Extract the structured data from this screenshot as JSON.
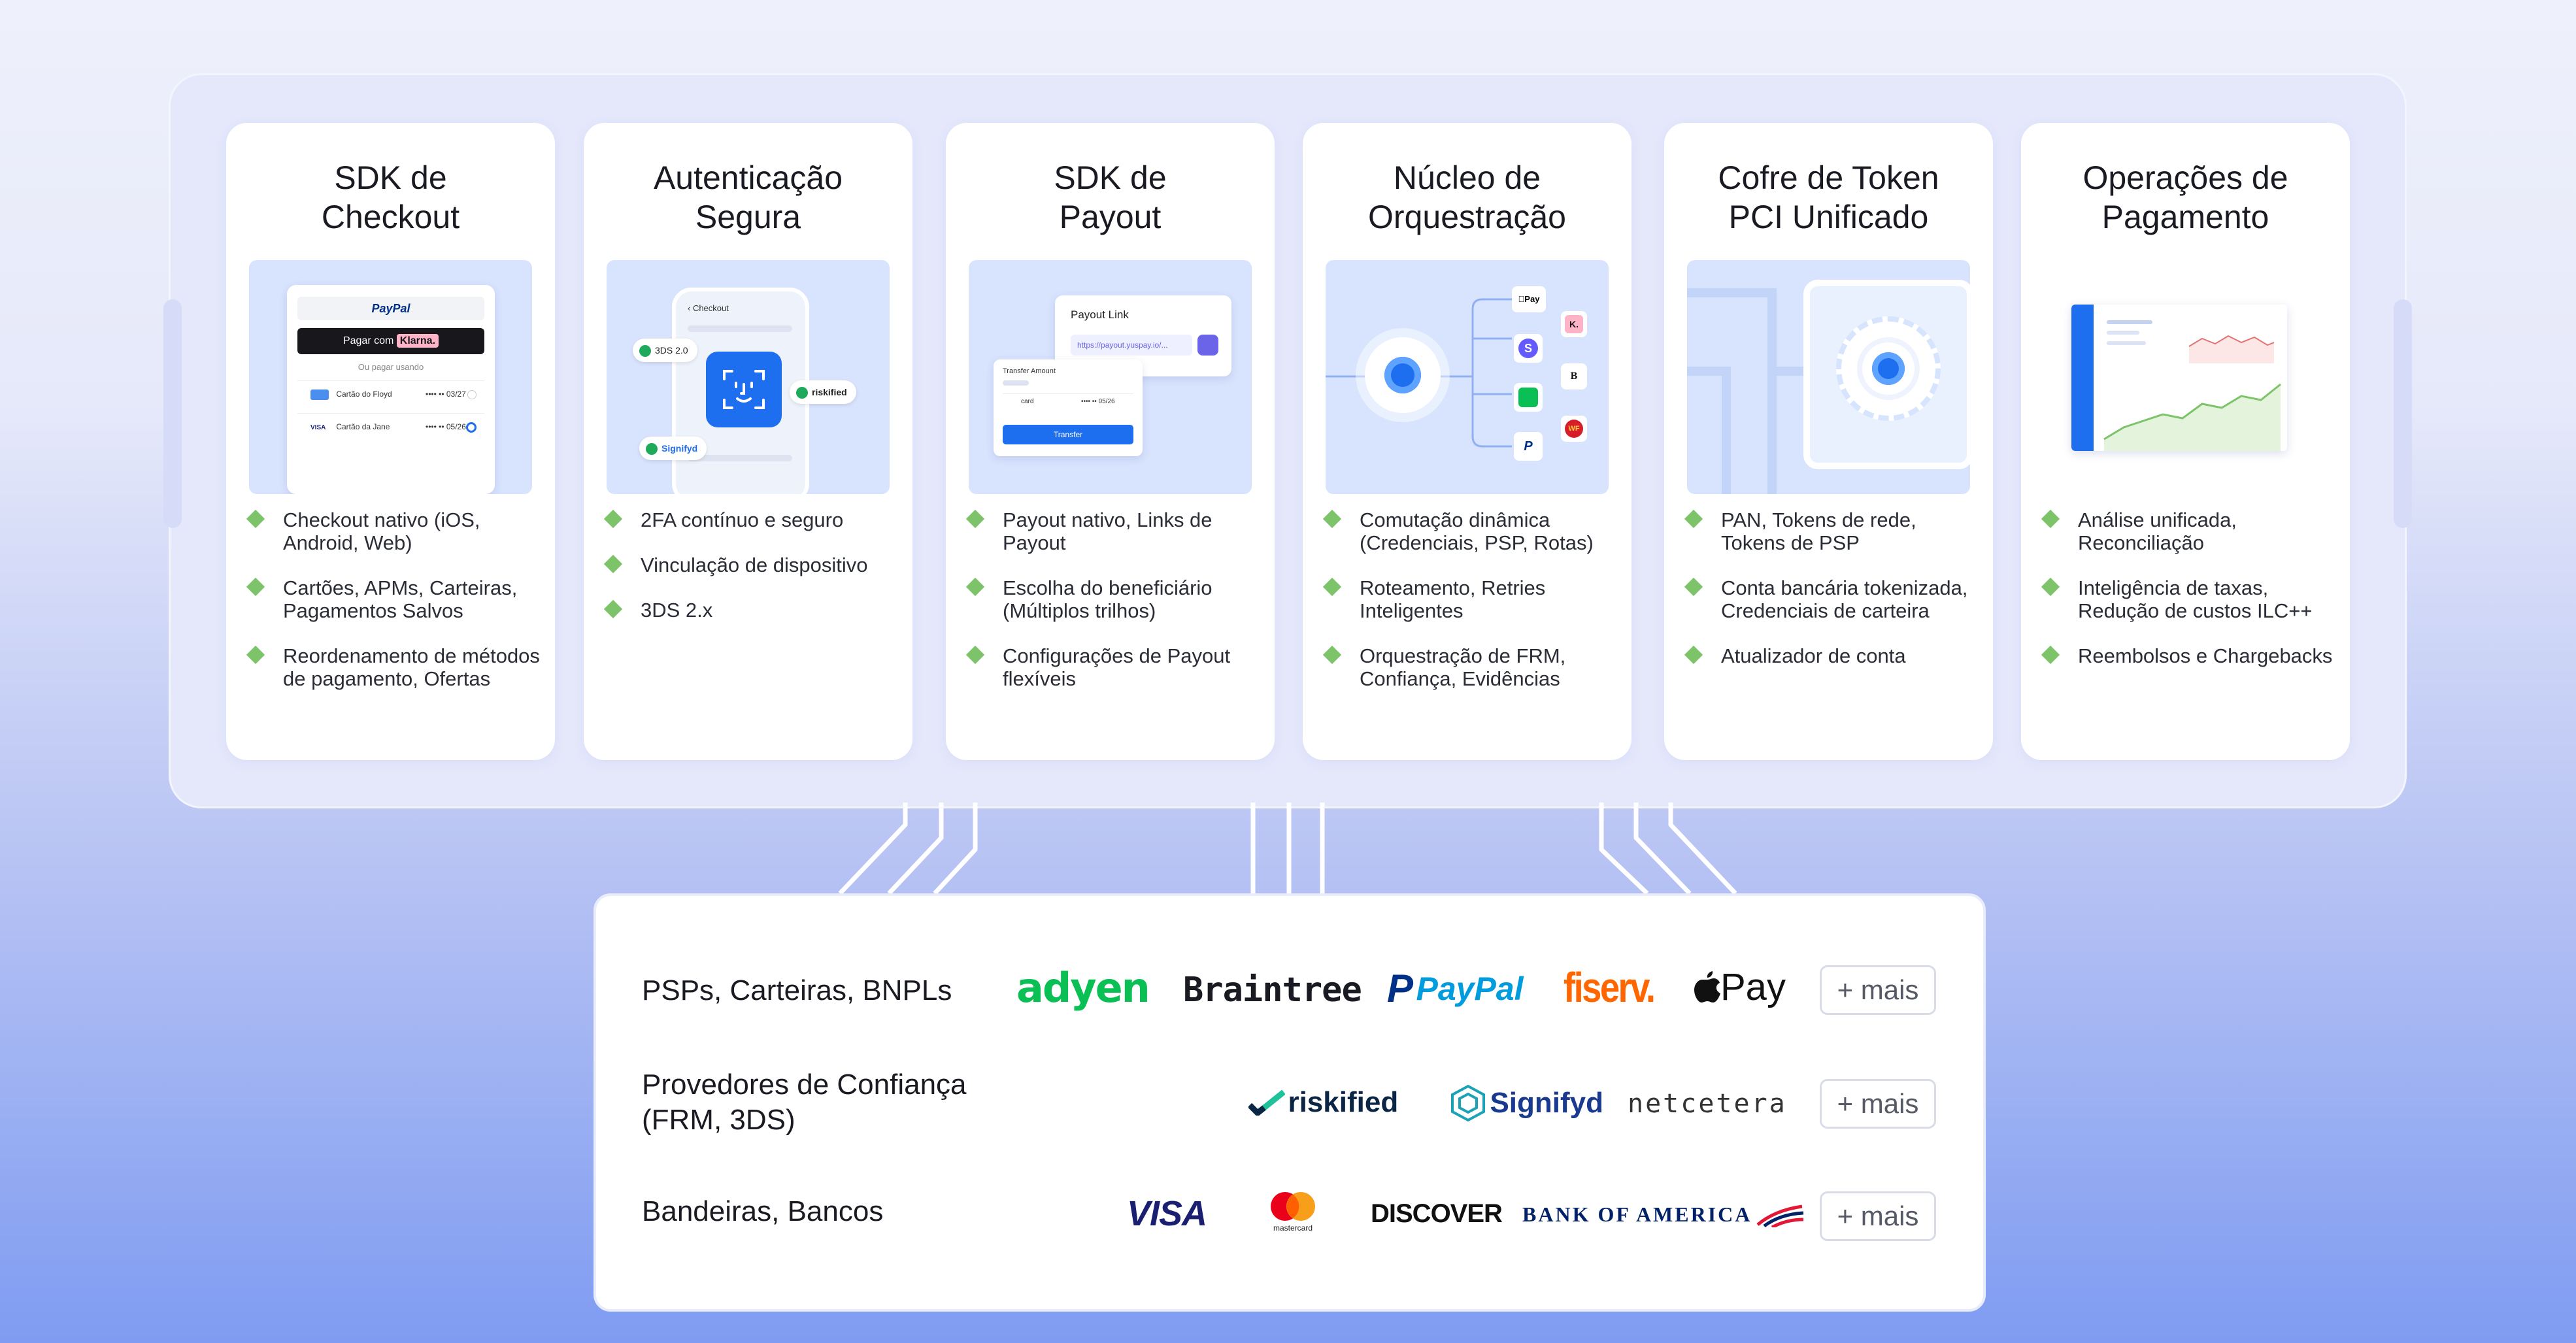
{
  "cards": [
    {
      "title": [
        "SDK de",
        "Checkout"
      ],
      "bullets": [
        "Checkout nativo (iOS, Android, Web)",
        "Cartões, APMs, Carteiras, Pagamentos Salvos",
        "Reordenamento de métodos de pagamento, Ofertas"
      ],
      "illus": {
        "paypal": "PayPal",
        "pay_with": "Pagar com",
        "klarna": "Klarna.",
        "or_pay": "Ou pagar usando",
        "card1": "Cartão do Floyd",
        "card1_num": "•••• •• 03/27",
        "card2": "Cartão da Jane",
        "card2_num": "•••• •• 05/26",
        "visa": "VISA"
      }
    },
    {
      "title": [
        "Autenticação",
        "Segura"
      ],
      "bullets": [
        "2FA contínuo e seguro",
        "Vinculação de dispositivo",
        "3DS 2.x"
      ],
      "illus": {
        "checkout": "‹  Checkout",
        "tds": "3DS 2.0",
        "riskified": "riskified",
        "signifyd": "Signifyd"
      }
    },
    {
      "title": [
        "SDK de",
        "Payout"
      ],
      "bullets": [
        "Payout nativo, Links de Payout",
        "Escolha do beneficiário (Múltiplos trilhos)",
        "Configurações de Payout flexíveis"
      ],
      "illus": {
        "payout_link": "Payout Link",
        "url": "https://payout.yuspay.io/...",
        "transfer_amount": "Transfer Amount",
        "card_label": "card",
        "card_num": "•••• •• 05/26",
        "transfer": "Transfer"
      }
    },
    {
      "title": [
        "Núcleo de",
        "Orquestração"
      ],
      "bullets": [
        "Comutação dinâmica (Credenciais, PSP, Rotas)",
        "Roteamento, Retries Inteligentes",
        "Orquestração de FRM, Confiança, Evidências"
      ],
      "illus": {
        "apple": "Pay",
        "k": "K.",
        "b": "B",
        "wf": "WF"
      }
    },
    {
      "title": [
        "Cofre de Token",
        "PCI Unificado"
      ],
      "bullets": [
        "PAN, Tokens de rede, Tokens de PSP",
        "Conta bancária tokenizada, Credenciais de carteira",
        "Atualizador de conta"
      ],
      "illus": {}
    },
    {
      "title": [
        "Operações de",
        "Pagamento"
      ],
      "bullets": [
        "Análise unificada, Reconciliação",
        "Inteligência de taxas, Redução de custos ILC++",
        "Reembolsos e Chargebacks"
      ],
      "illus": {}
    }
  ],
  "providers": {
    "rows": [
      {
        "label": [
          "PSPs, Carteiras, BNPLs"
        ],
        "logos": [
          "adyen",
          "Braintree",
          "PayPal",
          "fiserv.",
          "Pay"
        ],
        "more": "+ mais"
      },
      {
        "label": [
          "Provedores de Confiança",
          "(FRM, 3DS)"
        ],
        "logos": [
          "riskified",
          "Signifyd",
          "netcetera"
        ],
        "more": "+ mais"
      },
      {
        "label": [
          "Bandeiras, Bancos"
        ],
        "logos": [
          "VISA",
          "mastercard",
          "DISCOVER",
          "BANK OF AMERICA"
        ],
        "more": "+ mais"
      }
    ]
  },
  "colors": {
    "accent": "#1e6ef0",
    "bullet": "#7cc36a",
    "adyen": "#0abf53",
    "paypal_dark": "#003087",
    "paypal_light": "#009cde",
    "fiserv": "#ff6600",
    "visa": "#1a1f71",
    "boa": "#012169",
    "boa_red": "#e31837"
  }
}
